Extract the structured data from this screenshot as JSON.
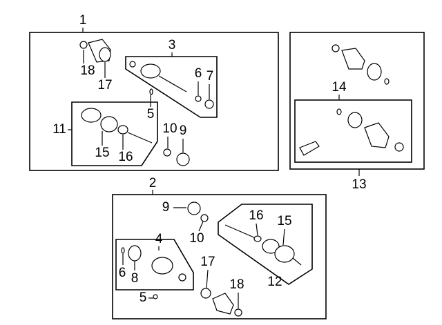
{
  "diagram": {
    "groups": {
      "g1": {
        "label": "1"
      },
      "g2": {
        "label": "2"
      },
      "g3": {
        "label": "3"
      },
      "g4": {
        "label": "4"
      },
      "g11": {
        "label": "11"
      },
      "g12": {
        "label": "12"
      },
      "g13": {
        "label": "13"
      },
      "g14": {
        "label": "14"
      }
    },
    "callouts": {
      "a18": "18",
      "a17": "17",
      "a6": "6",
      "a7": "7",
      "a5": "5",
      "a10": "10",
      "a9": "9",
      "a15": "15",
      "a16": "16",
      "b9": "9",
      "b10": "10",
      "b16": "16",
      "b15": "15",
      "b6": "6",
      "b8": "8",
      "b17": "17",
      "b18": "18",
      "b5": "5"
    }
  }
}
